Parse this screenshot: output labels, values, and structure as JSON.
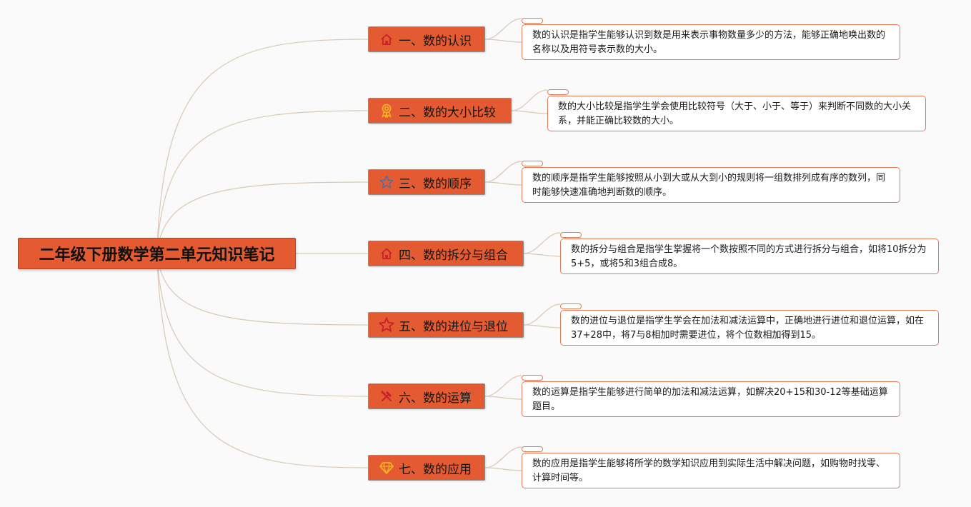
{
  "title": "二年级下册数学第二单元知识笔记",
  "colors": {
    "node_fill": "#e45b32",
    "note_border": "#e57a58",
    "connector": "#d8c9b4"
  },
  "branches": [
    {
      "label": "一、数的认识",
      "icon": "home-icon",
      "note": "数的认识是指学生能够认识到数是用来表示事物数量多少的方法，能够正确地唤出数的名称以及用符号表示数的大小。"
    },
    {
      "label": "二、数的大小比较",
      "icon": "award-ribbon-icon",
      "note": "数的大小比较是指学生学会使用比较符号（大于、小于、等于）来判断不同数的大小关系，并能正确比较数的大小。"
    },
    {
      "label": "三、数的顺序",
      "icon": "star-outline-icon",
      "note": "数的顺序是指学生能够按照从小到大或从大到小的规则将一组数排列成有序的数列，同时能够快速准确地判断数的顺序。"
    },
    {
      "label": "四、数的拆分与组合",
      "icon": "home-icon",
      "note": "数的拆分与组合是指学生掌握将一个数按照不同的方式进行拆分与组合，如将10拆分为5+5，或将5和3组合成8。"
    },
    {
      "label": "五、数的进位与退位",
      "icon": "star-icon",
      "note": "数的进位与退位是指学生学会在加法和减法运算中，正确地进行进位和退位运算，如在37+28中，将7与8相加时需要进位，将个位数相加得到15。"
    },
    {
      "label": "六、数的运算",
      "icon": "tools-icon",
      "note": "数的运算是指学生能够进行简单的加法和减法运算，如解决20+15和30-12等基础运算题目。"
    },
    {
      "label": "七、数的应用",
      "icon": "diamond-icon",
      "note": "数的应用是指学生能够将所学的数学知识应用到实际生活中解决问题，如购物时找零、计算时间等。"
    }
  ]
}
